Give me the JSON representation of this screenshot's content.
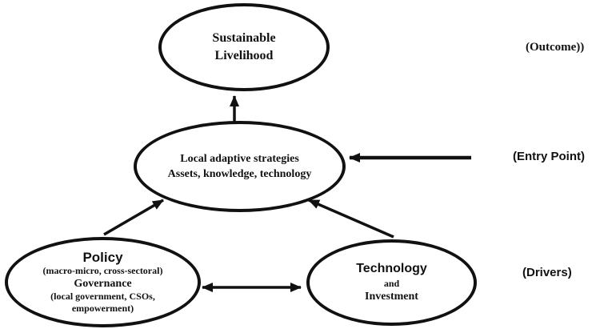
{
  "colors": {
    "ink": "#111111",
    "background": "#ffffff"
  },
  "nodes": {
    "outcome": {
      "line1": "Sustainable",
      "line2": "Livelihood"
    },
    "strategies": {
      "line1": "Local adaptive strategies",
      "line2": "Assets, knowledge, technology"
    },
    "policy": {
      "line1": "Policy",
      "line2": "(macro-micro, cross-sectoral)",
      "line3": "Governance",
      "line4": "(local government, CSOs,",
      "line5": "empowerment)"
    },
    "technology": {
      "line1": "Technology",
      "line2": "and",
      "line3": "Investment"
    }
  },
  "side_labels": {
    "outcome": "(Outcome))",
    "entry_point": "(Entry Point)",
    "drivers": "(Drivers)"
  },
  "arrows": [
    {
      "name": "strategies-to-outcome",
      "direction": "up",
      "heads": 1
    },
    {
      "name": "entry-point-to-strategies",
      "direction": "left",
      "heads": 1
    },
    {
      "name": "policy-to-strategies",
      "direction": "up-right",
      "heads": 1
    },
    {
      "name": "technology-to-strategies",
      "direction": "up-left",
      "heads": 1
    },
    {
      "name": "policy-technology",
      "direction": "horizontal",
      "heads": 2
    }
  ]
}
